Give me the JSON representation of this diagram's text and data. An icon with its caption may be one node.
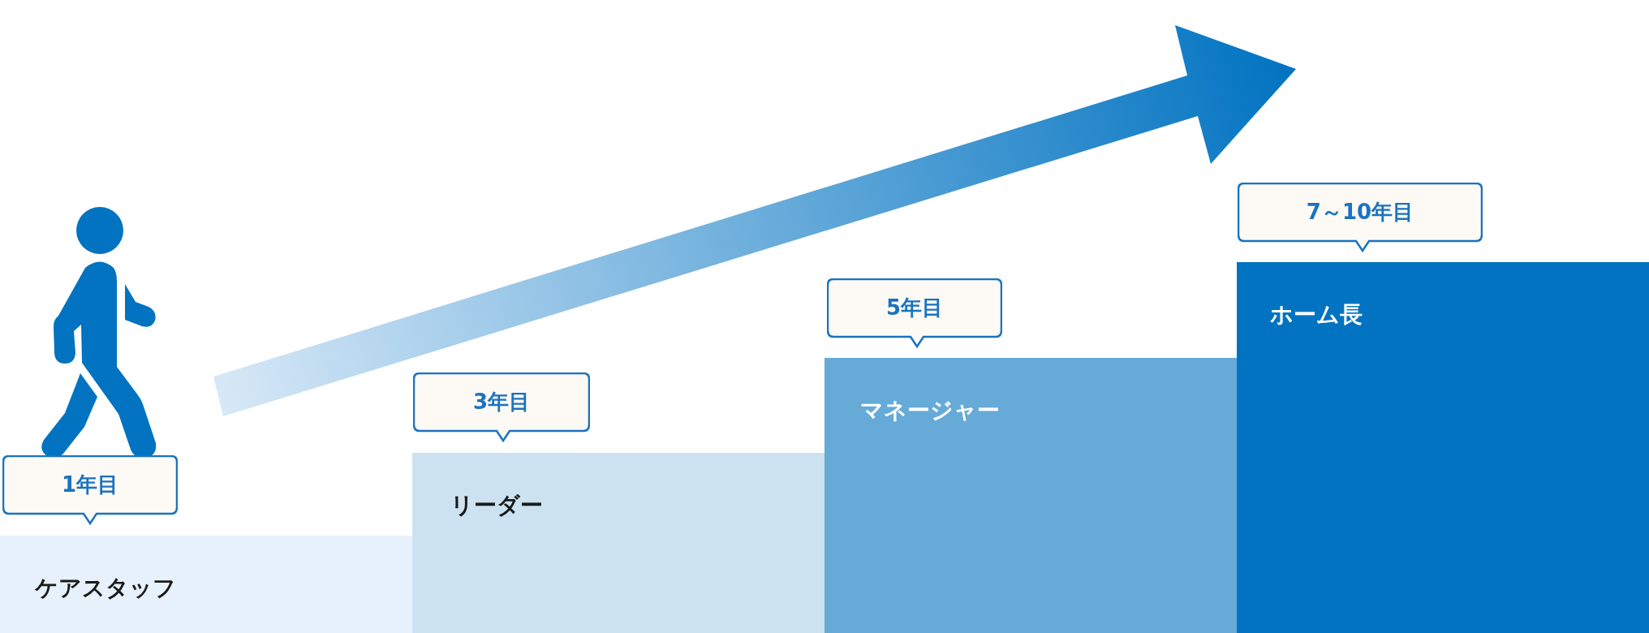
{
  "diagram": {
    "nodes": [
      {
        "text": [
          "1年目"
        ]
      },
      {
        "text": [
          "ケアスタッフ"
        ]
      },
      {
        "text": [
          "3年目"
        ]
      },
      {
        "text": [
          "リーダー"
        ]
      },
      {
        "text": [
          "5年目"
        ]
      },
      {
        "text": [
          "マネージャー"
        ]
      },
      {
        "text": [
          "7～10年目"
        ]
      },
      {
        "text": [
          "ホーム長"
        ]
      }
    ]
  }
}
